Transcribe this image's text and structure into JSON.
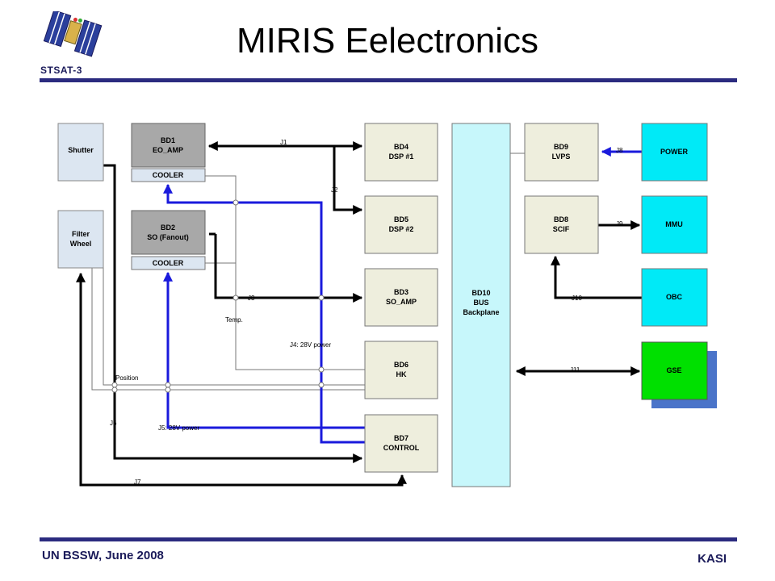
{
  "header": {
    "logo_text": "STSAT-3",
    "title": "MIRIS Eelectronics"
  },
  "footer": {
    "left": "UN BSSW, June 2008",
    "right": "KASI"
  },
  "diagram": {
    "blocks": {
      "shutter": [
        "Shutter"
      ],
      "filter": [
        "Filter",
        "Wheel"
      ],
      "bd1": [
        "BD1",
        "EO_AMP"
      ],
      "cooler1": [
        "COOLER"
      ],
      "bd2": [
        "BD2",
        "SO (Fanout)"
      ],
      "cooler2": [
        "COOLER"
      ],
      "bd4": [
        "BD4",
        "DSP #1"
      ],
      "bd5": [
        "BD5",
        "DSP #2"
      ],
      "bd3": [
        "BD3",
        "SO_AMP"
      ],
      "bd6": [
        "BD6",
        "HK"
      ],
      "bd7": [
        "BD7",
        "CONTROL"
      ],
      "bd10": [
        "BD10",
        "BUS",
        "Backplane"
      ],
      "bd9": [
        "BD9",
        "LVPS"
      ],
      "bd8": [
        "BD8",
        "SCIF"
      ],
      "power": [
        "POWER"
      ],
      "mmu": [
        "MMU"
      ],
      "obc": [
        "OBC"
      ],
      "gse": [
        "GSE"
      ]
    },
    "labels": {
      "j1": "J1",
      "j2": "J2",
      "j3": "J3",
      "j4": "J4: 28V power",
      "j5": "J5: 28V power",
      "j6": "J6",
      "j7": "J7",
      "j8": "J8",
      "j9": "J9",
      "j10": "J10",
      "j11": "J11",
      "temp": "Temp.",
      "position": "Position"
    },
    "colors": {
      "block_fill": "#eeeedd",
      "block_gray": "#a8a8a8",
      "block_light": "#dce6f1",
      "bus_fill": "#c7f7fb",
      "cyan": "#00eaf7",
      "gse_green": "#00e000",
      "gse_shadow": "#4a74c9",
      "power_line": "#1a1adc",
      "signal_line": "#000000",
      "thin_line": "#777777",
      "rule": "#2b2b7f"
    }
  }
}
